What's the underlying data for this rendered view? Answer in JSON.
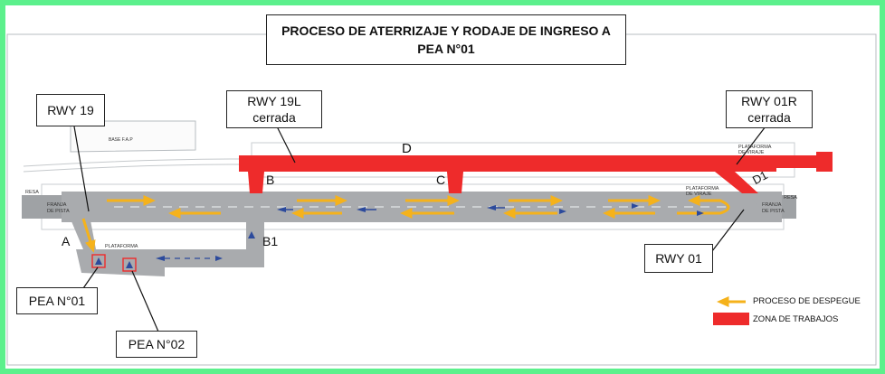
{
  "title": {
    "line1": "PROCESO DE ATERRIZAJE Y RODAJE DE INGRESO A",
    "line2": "PEA N°01"
  },
  "callouts": {
    "rwy19": "RWY 19",
    "rwy19l_line1": "RWY 19L",
    "rwy19l_line2": "cerrada",
    "rwy01r_line1": "RWY 01R",
    "rwy01r_line2": "cerrada",
    "rwy01": "RWY 01",
    "pea01": "PEA N°01",
    "pea02": "PEA N°02"
  },
  "map_labels": {
    "taxiway_d": "D",
    "taxiway_b": "B",
    "taxiway_c": "C",
    "taxiway_a": "A",
    "taxiway_b1": "B1",
    "taxiway_d1": "D1",
    "resa_left": "RESA",
    "resa_right": "RESA",
    "franja_left_1": "FRANJA",
    "franja_left_2": "DE PISTA",
    "franja_right_1": "FRANJA",
    "franja_right_2": "DE PISTA",
    "plataforma": "PLATAFORMA",
    "plataforma_viraje_1": "PLATAFORMA",
    "plataforma_viraje_2": "DE VIRAJE",
    "plataforma_viraje_top_1": "PLATAFORMA",
    "plataforma_viraje_top_2": "DE VIRAJE",
    "base_fap": "BASE F.A.P"
  },
  "legend": {
    "despegue": "PROCESO DE DESPEGUE",
    "trabajos": "ZONA DE TRABAJOS"
  },
  "colors": {
    "work_zone": "#ee2b2b",
    "pavement": "#a9abae",
    "takeoff_arrow": "#f5b21b",
    "aircraft": "#2c4a9c",
    "outline": "#9ea3a8"
  }
}
